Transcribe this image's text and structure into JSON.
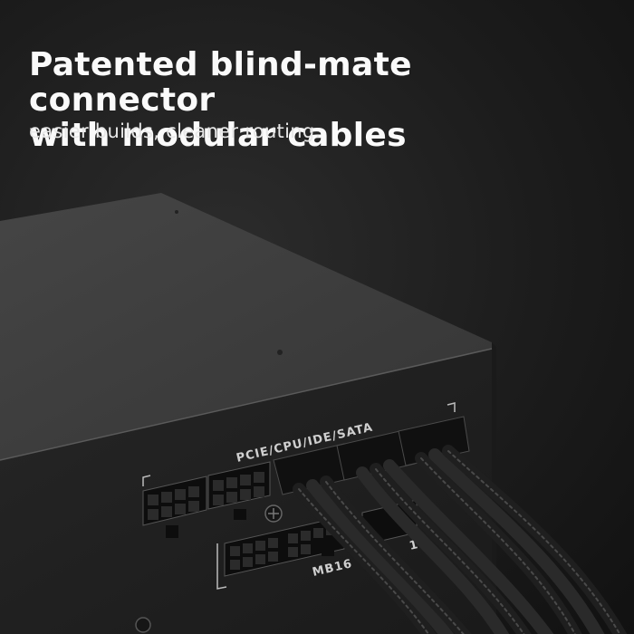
{
  "headline": {
    "line1": "Patented blind-mate connector",
    "line2": "with modular cables"
  },
  "subheadline": "easier builds, cleaner routing.",
  "psu": {
    "label_top": "PCIE/CPU/IDE/SATA",
    "label_mb": "MB16",
    "label_12": "12"
  },
  "colors": {
    "background": "#1b1b1b",
    "text": "#fafafa",
    "psu_body": "#3a3a3a"
  }
}
